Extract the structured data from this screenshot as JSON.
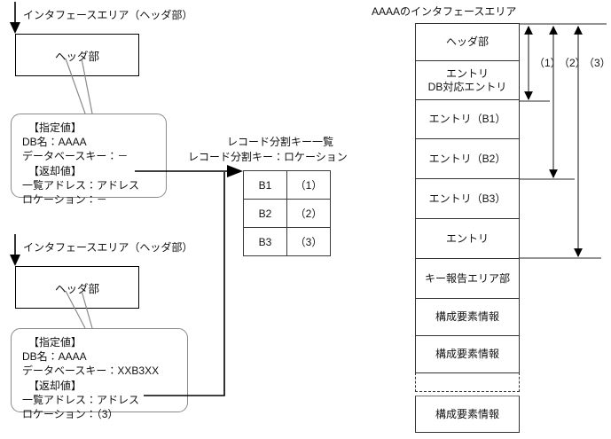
{
  "diagram": {
    "title_right": "AAAAのインタフェースエリア",
    "table_caption_1": "レコード分割キー一覧",
    "table_caption_2": "レコード分割キー：ロケーション"
  },
  "left": {
    "blocks": [
      {
        "label": "インタフェースエリア（ヘッダ部）",
        "box_text": "ヘッダ部",
        "callout": {
          "l1": "【指定値】",
          "l2": "DB名：AAAA",
          "l3": "データベースキー：－",
          "l4": "【返却値】",
          "l5": "一覧アドレス：アドレス",
          "l6": "ロケーション：－"
        }
      },
      {
        "label": "インタフェースエリア（ヘッダ部）",
        "box_text": "ヘッダ部",
        "callout": {
          "l1": "【指定値】",
          "l2": "DB名：AAAA",
          "l3": "データベースキー：XXB3XX",
          "l4": "【返却値】",
          "l5": "一覧アドレス：アドレス",
          "l6": "ロケーション：（3）"
        }
      }
    ]
  },
  "key_table": {
    "rows": [
      {
        "key": "B1",
        "location": "（1）"
      },
      {
        "key": "B2",
        "location": "（2）"
      },
      {
        "key": "B3",
        "location": "（3）"
      }
    ]
  },
  "interface_area": {
    "cells": [
      {
        "text": "ヘッダ部"
      },
      {
        "text": "エントリ",
        "text2": "DB対応エントリ"
      },
      {
        "text": "エントリ（B1）"
      },
      {
        "text": "エントリ（B2）"
      },
      {
        "text": "エントリ（B3）"
      },
      {
        "text": "エントリ"
      },
      {
        "text": "キー報告エリア部"
      },
      {
        "text": "構成要素情報"
      },
      {
        "text": "構成要素情報"
      },
      {
        "text": ""
      },
      {
        "text": "構成要素情報"
      }
    ],
    "brackets": [
      {
        "label": "（1）"
      },
      {
        "label": "（2）"
      },
      {
        "label": "（3）"
      }
    ]
  },
  "colors": {
    "line": "#333333",
    "callout_border": "#8a8a8a",
    "text": "#111111",
    "background": "#ffffff"
  }
}
